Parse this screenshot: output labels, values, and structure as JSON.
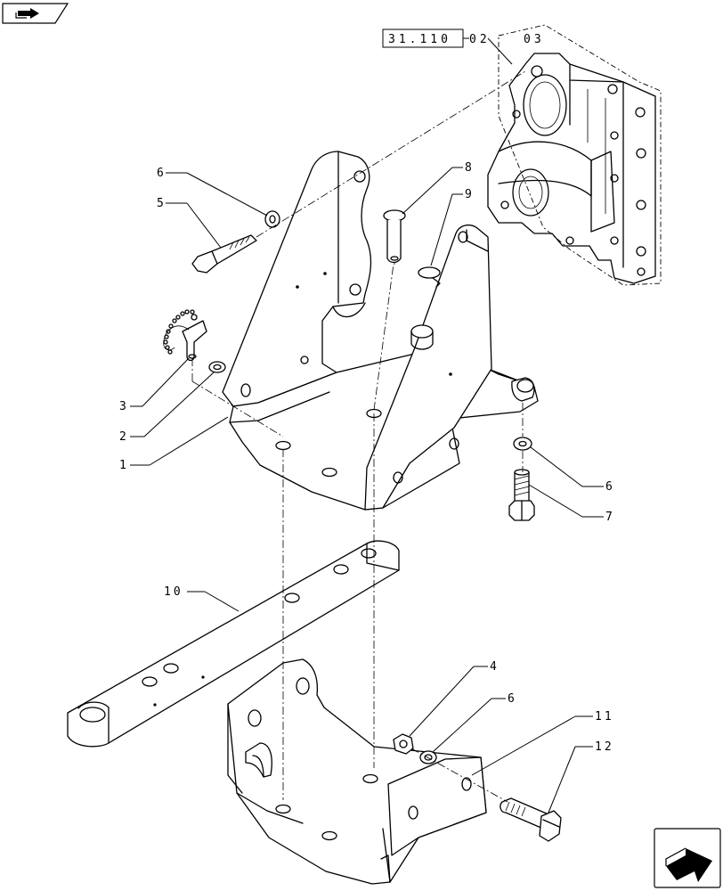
{
  "reference": {
    "boxed": "31.110",
    "suffix": "02",
    "tail": "03"
  },
  "callouts": {
    "c1": "1",
    "c2": "2",
    "c3": "3",
    "c4": "4",
    "c5": "5",
    "c6a": "6",
    "c6b": "6",
    "c6c": "6",
    "c7": "7",
    "c8": "8",
    "c9": "9",
    "c10": "10",
    "c11": "11",
    "c12": "12"
  },
  "icons": {
    "top_left": "previous-page-icon",
    "bottom_right": "next-page-icon"
  }
}
